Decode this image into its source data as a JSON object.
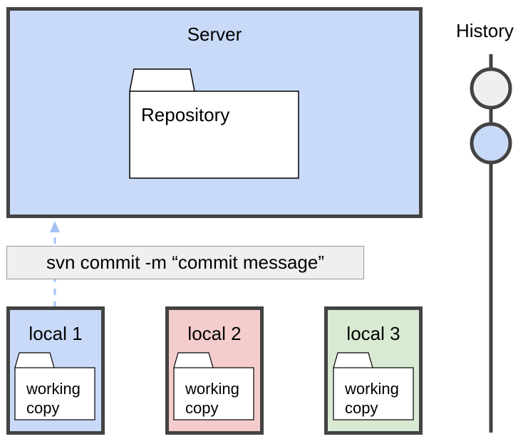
{
  "server": {
    "title": "Server",
    "color": "#c9daf8"
  },
  "repository": {
    "label": "Repository"
  },
  "history": {
    "label": "History",
    "commits": [
      {
        "fill": "#efefef"
      },
      {
        "fill": "#c9daf8"
      }
    ]
  },
  "command": {
    "text": "svn commit -m “commit message”"
  },
  "locals": [
    {
      "label": "local 1",
      "color": "#c9daf8",
      "folder": "working copy"
    },
    {
      "label": "local 2",
      "color": "#f4cccc",
      "folder": "working copy"
    },
    {
      "label": "local 3",
      "color": "#d9ead3",
      "folder": "working copy"
    }
  ],
  "folder_lines": {
    "line1": "working",
    "line2": "copy"
  },
  "colors": {
    "border": "#434343",
    "arrow": "#a4c2f4",
    "history_line": "#434343"
  }
}
